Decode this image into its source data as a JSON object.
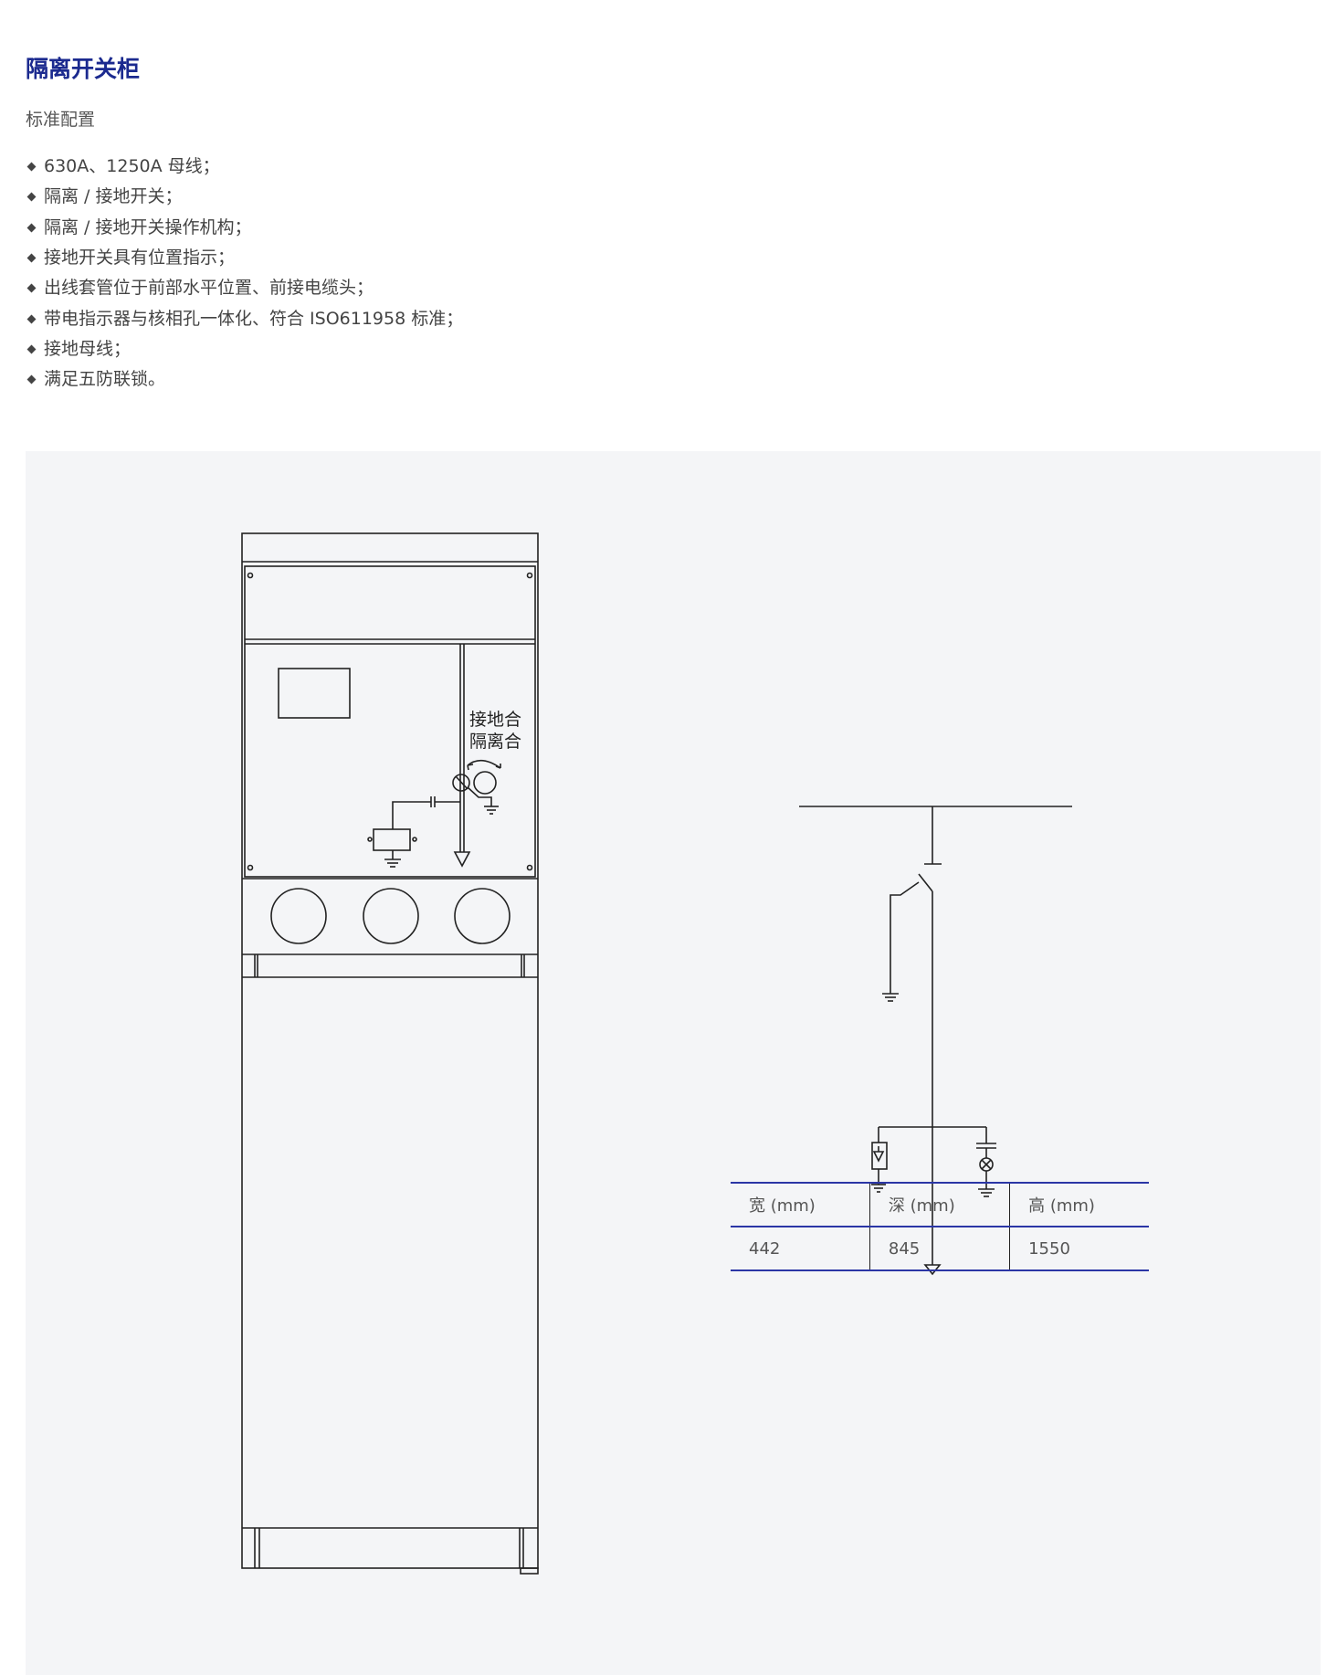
{
  "title": "隔离开关柜",
  "subtitle": "标准配置",
  "features": [
    "630A、1250A 母线；",
    "隔离 / 接地开关；",
    "隔离 / 接地开关操作机构；",
    "接地开关具有位置指示；",
    "出线套管位于前部水平位置、前接电缆头；",
    "带电指示器与核相孔一体化、符合 ISO611958 标准；",
    "接地母线；",
    "满足五防联锁。"
  ],
  "drawing": {
    "label_earth": "接地合",
    "label_isolate": "隔离合"
  },
  "dimensions": {
    "headers": [
      "宽 (mm)",
      "深 (mm)",
      "高 (mm)"
    ],
    "values": [
      "442",
      "845",
      "1550"
    ]
  },
  "colors": {
    "title": "#1b2a8f",
    "table_rule": "#2b36a6",
    "panel_bg": "#f4f5f7"
  }
}
